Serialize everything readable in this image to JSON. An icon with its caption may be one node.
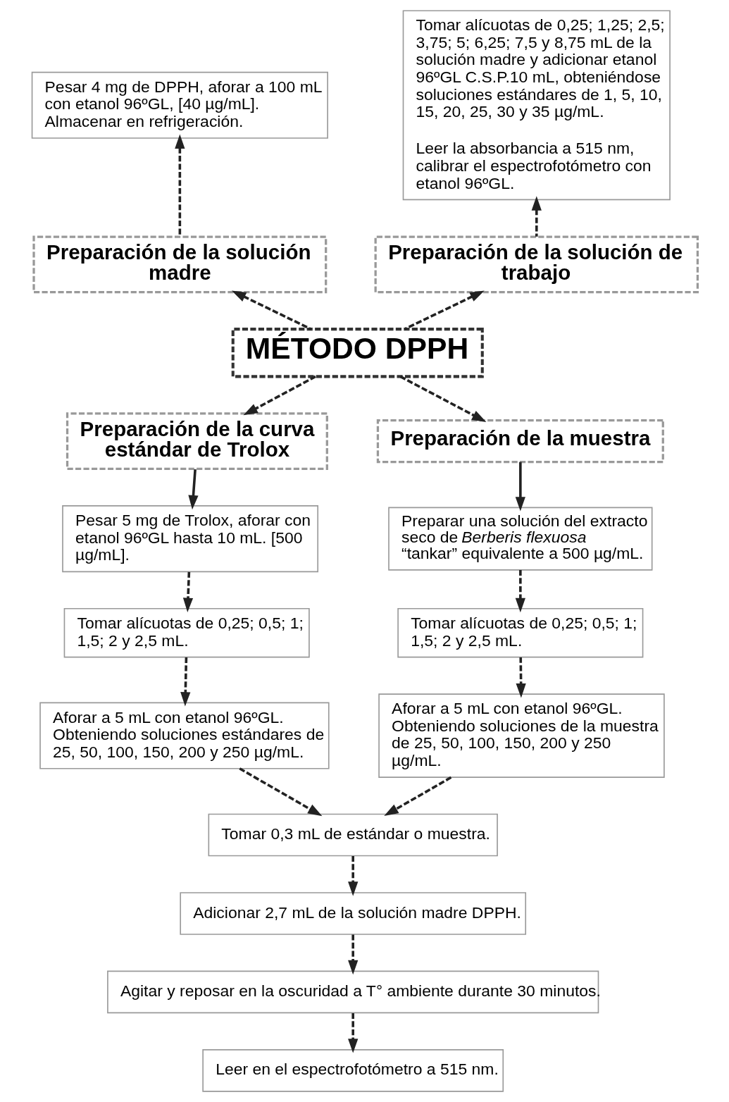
{
  "diagram": {
    "nodes": [
      {
        "text": [
          "MÉTODO DPPH"
        ]
      },
      {
        "text": [
          "Preparación de la solución madre"
        ]
      },
      {
        "text": [
          "Pesar 4 mg de DPPH, aforar a 100 mL con etanol 96ºGL, [40 µg/mL]. Almacenar en refrigeración."
        ]
      },
      {
        "text": [
          "Preparación de la solución de trabajo"
        ]
      },
      {
        "text": [
          "Tomar alícuotas de 0,25; 1,25; 2,5; 3,75; 5; 6,25; 7,5 y 8,75 mL de la solución madre y adicionar etanol 96ºGL C.S.P.10 mL, obteniéndose soluciones estándares de 1, 5, 10, 15, 20, 25, 30 y 35 µg/mL.",
          "Leer la absorbancia a 515 nm, calibrar el espectrofotómetro con etanol 96ºGL."
        ]
      },
      {
        "text": [
          "Preparación de la curva estándar de Trolox"
        ]
      },
      {
        "text": [
          "Pesar 5 mg de Trolox, aforar con etanol 96ºGL hasta 10 mL. [500 µg/mL]."
        ]
      },
      {
        "text": [
          "Tomar alícuotas de 0,25; 0,5; 1; 1,5; 2 y 2,5 mL."
        ]
      },
      {
        "text": [
          "Aforar a 5 mL con etanol 96ºGL. Obteniendo soluciones estándares de 25, 50, 100, 150, 200 y 250 µg/mL."
        ]
      },
      {
        "text": [
          "Preparación de la muestra"
        ]
      },
      {
        "text": [
          "Preparar una solución del extracto seco de *Berberis flexuosa* “tankar” equivalente a 500 µg/mL."
        ]
      },
      {
        "text": [
          "Tomar alícuotas de 0,25; 0,5; 1; 1,5; 2 y 2,5 mL."
        ]
      },
      {
        "text": [
          "Aforar a 5 mL con etanol 96ºGL. Obteniendo soluciones de la muestra de 25, 50, 100, 150, 200 y 250 µg/mL."
        ]
      },
      {
        "text": [
          "Tomar 0,3 mL de estándar o muestra."
        ]
      },
      {
        "text": [
          "Adicionar 2,7 mL de la solución madre DPPH."
        ]
      },
      {
        "text": [
          "Agitar y reposar en la oscuridad a T° ambiente durante 30 minutos."
        ]
      },
      {
        "text": [
          "Leer en el espectrofotómetro a 515 nm."
        ]
      }
    ],
    "edges": [
      {
        "from": 0,
        "to": 1,
        "arrow": "to",
        "style": "dashed"
      },
      {
        "from": 0,
        "to": 5,
        "arrow": "to",
        "style": "dashed"
      },
      {
        "from": 0,
        "to": 3,
        "arrow": "to",
        "style": "dashed"
      },
      {
        "from": 0,
        "to": 9,
        "arrow": "to",
        "style": "dashed"
      },
      {
        "from": 1,
        "to": 2,
        "arrow": "to",
        "style": "dashed"
      },
      {
        "from": 3,
        "to": 4,
        "arrow": "to",
        "style": "dashed"
      },
      {
        "from": 5,
        "to": 6,
        "arrow": "to"
      },
      {
        "from": 6,
        "to": 7,
        "arrow": "to",
        "style": "dashed"
      },
      {
        "from": 7,
        "to": 8,
        "arrow": "to",
        "style": "dashed"
      },
      {
        "from": 9,
        "to": 10,
        "arrow": "to"
      },
      {
        "from": 10,
        "to": 11,
        "arrow": "to",
        "style": "dashed"
      },
      {
        "from": 11,
        "to": 12,
        "arrow": "to",
        "style": "dashed"
      },
      {
        "from": 8,
        "to": 13,
        "arrow": "to",
        "style": "dashed"
      },
      {
        "from": 12,
        "to": 13,
        "arrow": "to",
        "style": "dashed"
      },
      {
        "from": 13,
        "to": 14,
        "arrow": "to",
        "style": "dashed"
      },
      {
        "from": 14,
        "to": 15,
        "arrow": "to",
        "style": "dashed"
      },
      {
        "from": 15,
        "to": 16,
        "arrow": "to",
        "style": "dashed"
      }
    ]
  }
}
